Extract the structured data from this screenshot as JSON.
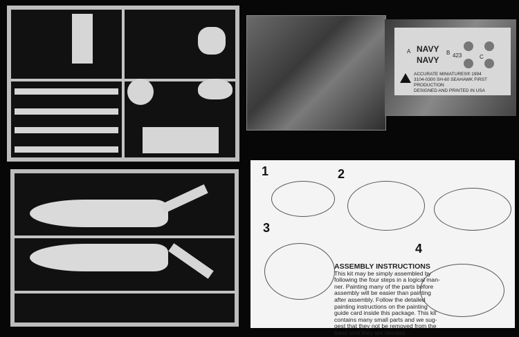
{
  "decal_sheet": {
    "marking_a": "A",
    "marking_b": "B",
    "navy_1": "NAVY",
    "navy_2": "NAVY",
    "number": "423",
    "marking_c": "C",
    "line_1": "ACCURATE MINIATURES® 1994",
    "line_2": "3104-0300  SH-60 SEAHAWK  FIRST PRODUCTION",
    "line_3": "DESIGNED AND PRINTED IN USA"
  },
  "instructions": {
    "steps": [
      "1",
      "2",
      "3",
      "4"
    ],
    "title": "ASSEMBLY INSTRUCTIONS",
    "lines": [
      "This kit may be simply assembled by",
      "following the four steps in a logical man-",
      "ner. Painting many of the parts before",
      "assembly will be easier than painting",
      "after assembly. Follow the detailed",
      "painting instructions on the painting",
      "guide card inside this package. This kit",
      "contains many small parts and we sug-",
      "gest that they not be removed from the",
      "trees until they are needed."
    ]
  }
}
